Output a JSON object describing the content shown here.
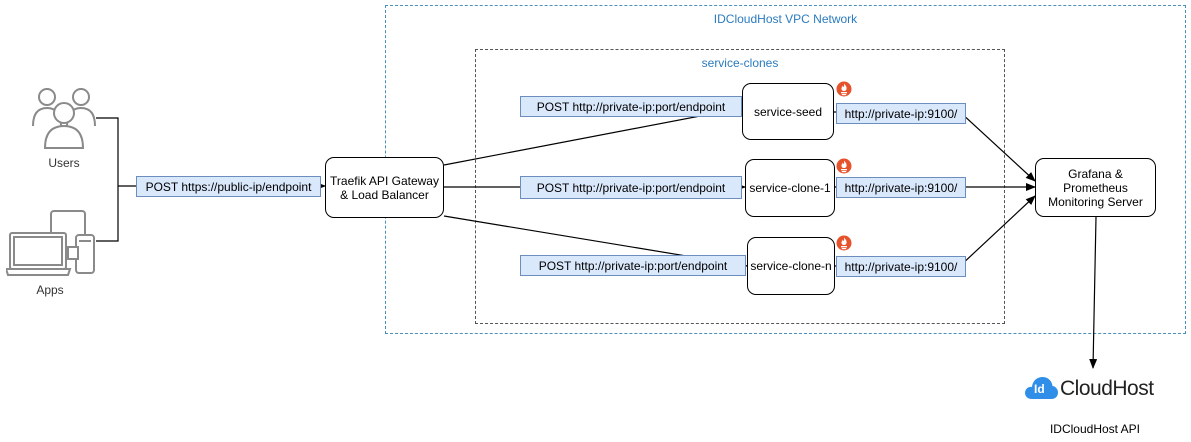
{
  "regions": {
    "vpc_label": "IDCloudHost VPC Network",
    "clones_label": "service-clones"
  },
  "actors": {
    "users_label": "Users",
    "apps_label": "Apps"
  },
  "nodes": {
    "gateway": "Traefik API Gateway & Load Balancer",
    "service_seed": "service-seed",
    "service_clone_1": "service-clone-1",
    "service_clone_n": "service-clone-n",
    "monitoring": "Grafana & Prometheus Monitoring Server"
  },
  "edge_labels": {
    "public_post": "POST https://public-ip/endpoint",
    "private_post_1": "POST http://private-ip:port/endpoint",
    "private_post_2": "POST http://private-ip:port/endpoint",
    "private_post_3": "POST http://private-ip:port/endpoint",
    "metrics_1": "http://private-ip:9100/",
    "metrics_2": "http://private-ip:9100/",
    "metrics_3": "http://private-ip:9100/"
  },
  "external": {
    "logo_text": "CloudHost",
    "logo_badge": "Id",
    "api_label": "IDCloudHost  API"
  },
  "icons": {
    "users": "users-icon",
    "apps": "devices-icon",
    "exporter": "prometheus-flame-icon",
    "cloud": "cloud-icon"
  },
  "colors": {
    "vpc_border": "#4a90b8",
    "edge_label_fill": "#dae8fc",
    "edge_label_border": "#6c8ebf",
    "prometheus_orange": "#e6522c",
    "logo_blue": "#2f8ee8"
  }
}
